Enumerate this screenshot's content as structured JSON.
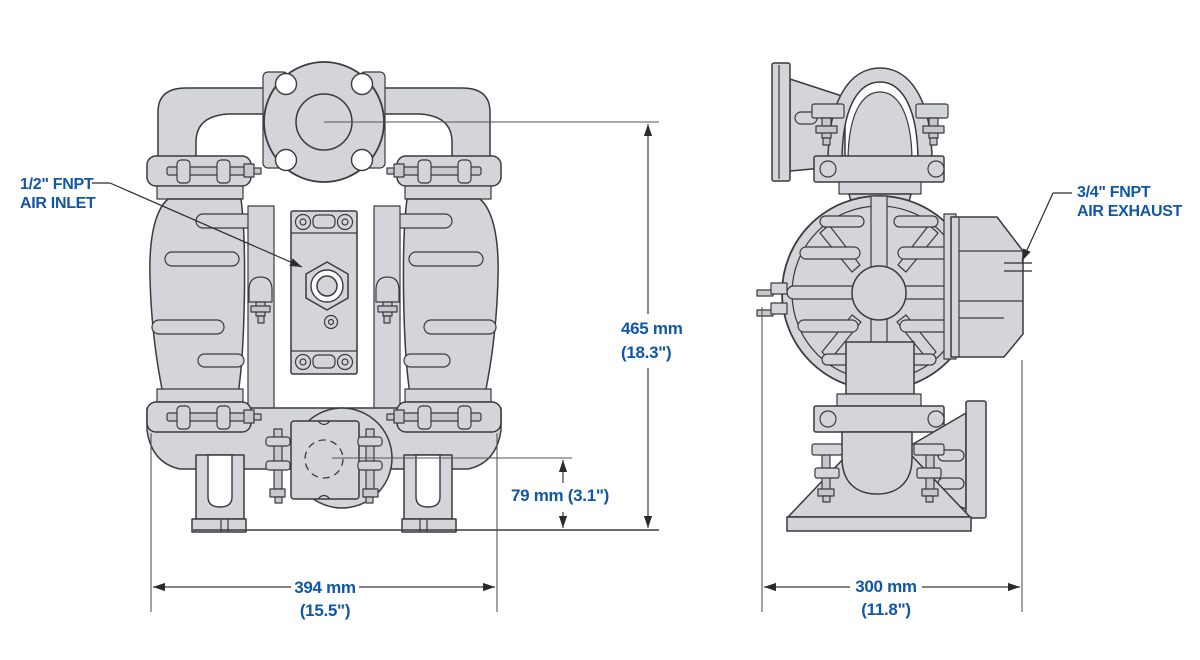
{
  "diagram": {
    "callouts": {
      "air_inlet": {
        "line1": "1/2\" FNPT",
        "line2": "AIR INLET"
      },
      "air_exhaust": {
        "line1": "3/4\" FNPT",
        "line2": "AIR EXHAUST"
      }
    },
    "dimensions": {
      "height": {
        "metric": "465 mm",
        "imperial": "(18.3\")"
      },
      "port_height": {
        "value": "79 mm (3.1\")"
      },
      "width": {
        "metric": "394 mm",
        "imperial": "(15.5\")"
      },
      "depth": {
        "metric": "300 mm",
        "imperial": "(11.8\")"
      }
    },
    "colors": {
      "accent_blue": "#1157a5",
      "body_fill": "#d4d5d8",
      "outline": "#3a3a3f",
      "dimension_line": "#3c3c40"
    }
  }
}
